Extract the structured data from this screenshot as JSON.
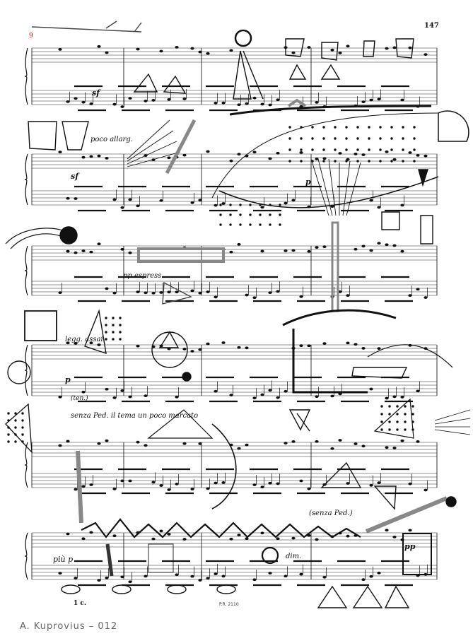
{
  "page": {
    "page_number": "147",
    "rehearsal_number": "9",
    "plate_number": "P.R. 2110",
    "footer_mark": "1 c."
  },
  "markings": {
    "poco_allarg": "poco allarg.",
    "pp_espress": "pp espress.",
    "legg_assai": "legg. assai",
    "ten": "(ten.)",
    "senza_ped": "senza Ped. il tema un poco marcato",
    "senza_ped_2": "(senza Ped.)",
    "piu_p": "più p",
    "dim": "dim.",
    "sf": "sf",
    "p": "p",
    "pp": "pp"
  },
  "signature": "A. Kuprovius – 012",
  "colors": {
    "ink": "#111111",
    "gray_marker": "#8a8a8a",
    "paper": "#ffffff"
  }
}
